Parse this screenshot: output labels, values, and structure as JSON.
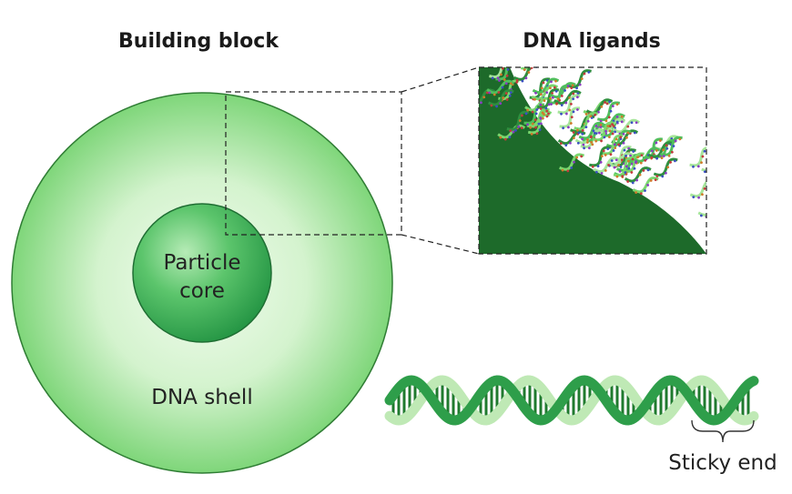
{
  "titles": {
    "left": "Building block",
    "right": "DNA ligands"
  },
  "labels": {
    "particle_core_line1": "Particle",
    "particle_core_line2": "core",
    "dna_shell": "DNA shell",
    "sticky_end": "Sticky end"
  },
  "colors": {
    "shell_edge": "#3a8a3c",
    "shell_outer": "#8fdc8a",
    "shell_inner": "#eefbea",
    "core_light": "#7fd386",
    "core_dark": "#2a9a48",
    "helix_dark": "#1f7a2e",
    "helix_mid": "#2e9e4a",
    "helix_light": "#bfe9b5",
    "inset_bg": "#1f6b2a"
  }
}
